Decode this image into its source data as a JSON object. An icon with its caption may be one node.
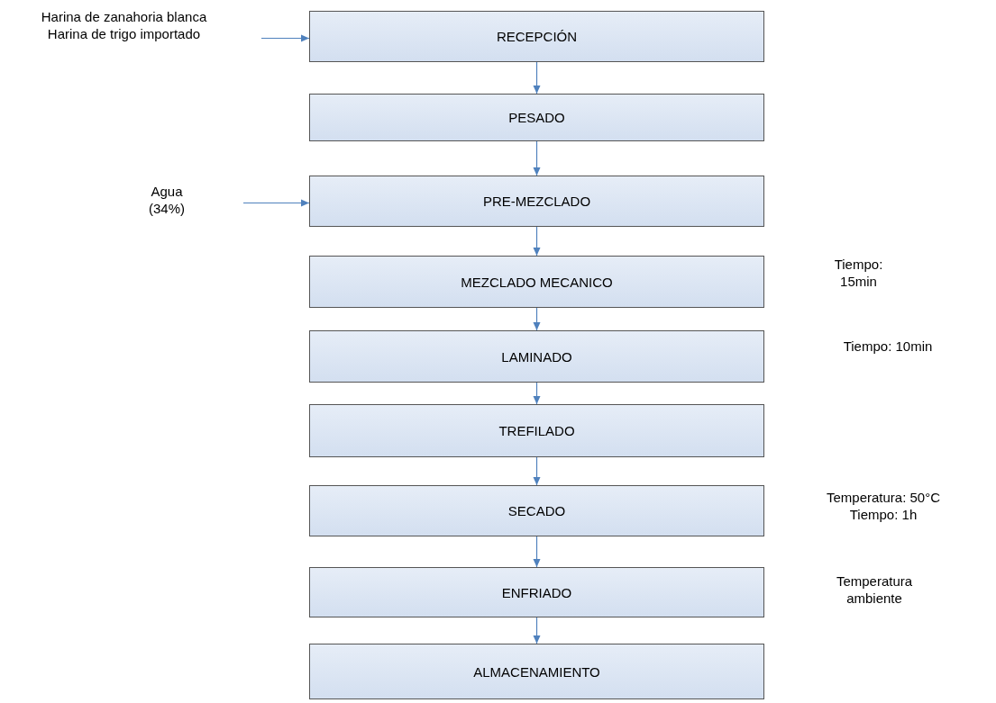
{
  "diagram": {
    "nodes": [
      {
        "text": [
          "Harina de zanahoria blanca",
          "Harina de trigo importado"
        ]
      },
      {
        "text": [
          "RECEPCIÓN"
        ]
      },
      {
        "text": [
          "PESADO"
        ]
      },
      {
        "text": [
          "Agua (34%)"
        ]
      },
      {
        "text": [
          "PRE-MEZCLADO"
        ]
      },
      {
        "text": [
          "MEZCLADO MECANICO"
        ]
      },
      {
        "text": [
          "LAMINADO"
        ]
      },
      {
        "text": [
          "TREFILADO"
        ]
      },
      {
        "text": [
          "SECADO"
        ],
        "beside": [
          "Temperatura: 50°C",
          "Tiempo: 1h"
        ]
      },
      {
        "text": [
          "ENFRIADO"
        ]
      },
      {
        "text": [
          "ALMACENAMIENTO"
        ]
      }
    ],
    "edges": [
      {
        "from": 0,
        "to": 1,
        "arrow": "to"
      },
      {
        "from": 1,
        "to": 2,
        "arrow": "to"
      },
      {
        "from": 2,
        "to": 4,
        "arrow": "to"
      },
      {
        "from": 3,
        "to": 4,
        "arrow": "to"
      },
      {
        "from": 4,
        "to": 5,
        "arrow": "to"
      },
      {
        "from": 5,
        "to": 6,
        "arrow": "to"
      },
      {
        "from": 6,
        "to": 7,
        "arrow": "to"
      },
      {
        "from": 7,
        "to": 8,
        "arrow": "to"
      },
      {
        "from": 8,
        "to": 9,
        "arrow": "to"
      },
      {
        "from": 9,
        "to": 10,
        "arrow": "to"
      }
    ],
    "labels": [
      "Tiempo: 15min",
      "Tiempo: 10min",
      "Temperatura ambiente"
    ]
  }
}
